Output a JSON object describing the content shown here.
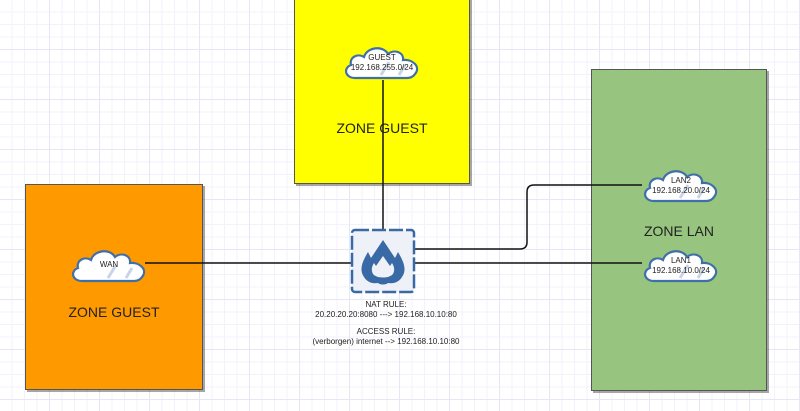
{
  "colors": {
    "zone_wan": "#ff9900",
    "zone_guest": "#ffff00",
    "zone_lan": "#97c47e",
    "cloud_stroke": "#3f6fa8",
    "firewall_blue": "#3a6aa5",
    "firewall_bg": "#eef1f7"
  },
  "zones": {
    "wan": {
      "label": "ZONE GUEST"
    },
    "guest": {
      "label": "ZONE GUEST"
    },
    "lan": {
      "label": "ZONE LAN"
    }
  },
  "clouds": {
    "guest": {
      "name": "GUEST",
      "subnet": "192.168.255.0/24"
    },
    "wan": {
      "name": "WAN",
      "subnet": ""
    },
    "lan2": {
      "name": "LAN2",
      "subnet": "192.168.20.0/24"
    },
    "lan1": {
      "name": "LAN1",
      "subnet": "192.168.10.0/24"
    }
  },
  "firewall": {
    "icon": "firewall-flame-icon"
  },
  "rules": {
    "nat": {
      "title": "NAT RULE:",
      "text": "20.20.20.20:8080  --->  192.168.10.10:80"
    },
    "access": {
      "title": "ACCESS RULE:",
      "text": "(verborgen) internet -->  192.168.10.10:80"
    }
  }
}
